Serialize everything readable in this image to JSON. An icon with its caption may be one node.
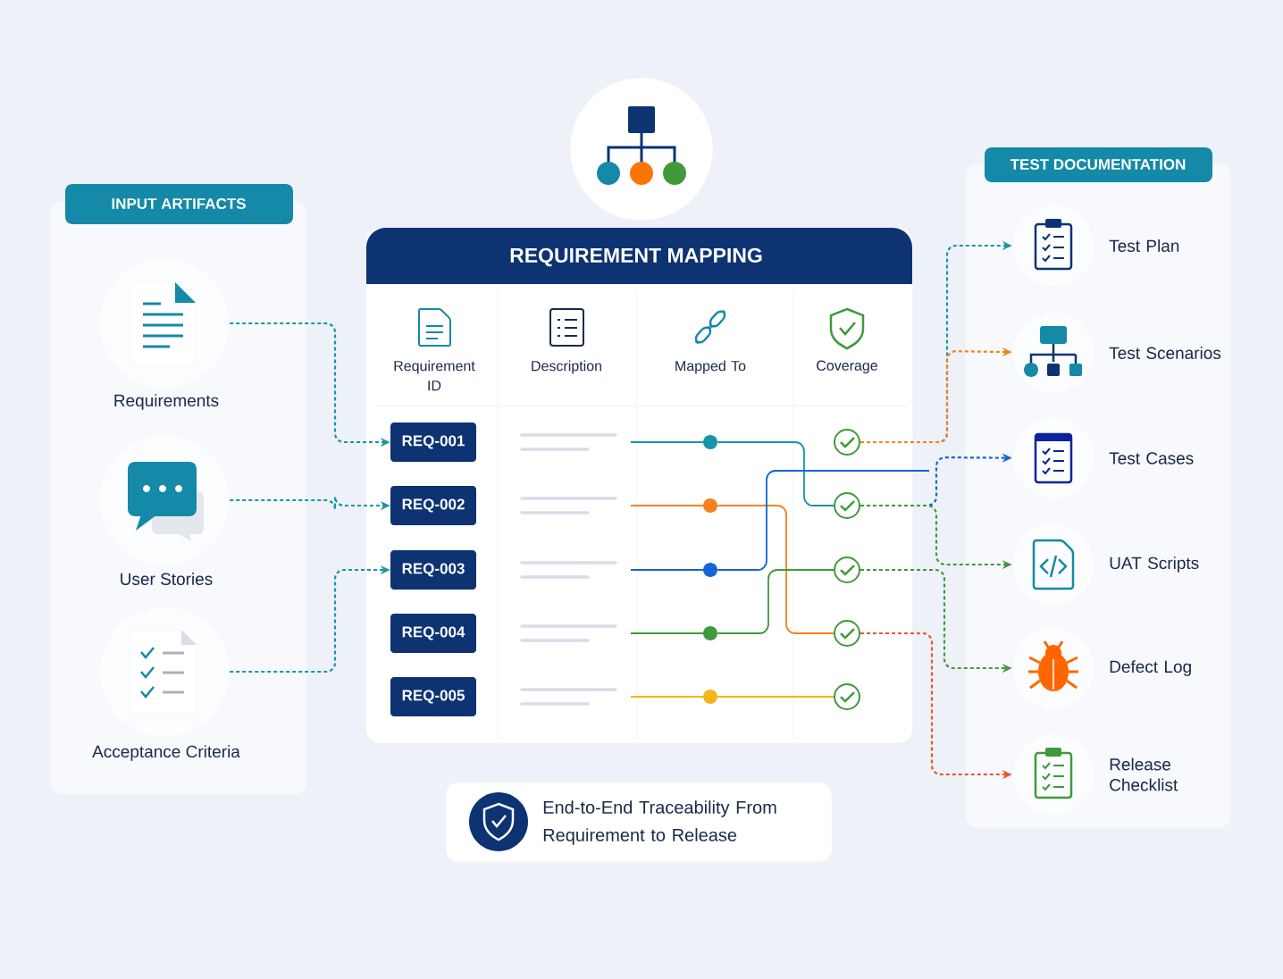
{
  "diagram": {
    "nodes": [
      {
        "text": [
          "INPUT ARTIFACTS"
        ]
      },
      {
        "text": [
          "Requirements"
        ],
        "in": 0
      },
      {
        "text": [
          "User Stories"
        ],
        "in": 0
      },
      {
        "text": [
          "Acceptance Criteria"
        ],
        "in": 0
      },
      {
        "text": [
          "REQUIREMENT MAPPING"
        ]
      },
      {
        "text": [
          "REQ-001"
        ],
        "in": 4
      },
      {
        "text": [
          "REQ-002"
        ],
        "in": 4
      },
      {
        "text": [
          "REQ-003"
        ],
        "in": 4
      },
      {
        "text": [
          "REQ-004"
        ],
        "in": 4
      },
      {
        "text": [
          "REQ-005"
        ],
        "in": 4
      },
      {
        "text": [],
        "shape": "circle",
        "in": 4
      },
      {
        "text": [],
        "shape": "circle",
        "in": 4
      },
      {
        "text": [],
        "shape": "circle",
        "in": 4
      },
      {
        "text": [],
        "shape": "circle",
        "in": 4
      },
      {
        "text": [],
        "shape": "circle",
        "in": 4
      },
      {
        "text": [],
        "shape": "circle",
        "in": 4
      },
      {
        "text": [],
        "shape": "circle",
        "in": 4
      },
      {
        "text": [],
        "shape": "circle",
        "in": 4
      },
      {
        "text": [],
        "shape": "circle",
        "in": 4
      },
      {
        "text": [],
        "shape": "circle",
        "in": 4
      },
      {
        "text": [
          "TEST DOCUMENTATION"
        ]
      },
      {
        "text": [
          "Test Plan"
        ],
        "in": 20
      },
      {
        "text": [
          "Test Scenarios"
        ],
        "in": 20
      },
      {
        "text": [
          "Test Cases"
        ],
        "in": 20
      },
      {
        "text": [
          "UAT Scripts"
        ],
        "in": 20
      },
      {
        "text": [
          "Defect Log"
        ],
        "in": 20
      },
      {
        "text": [
          "Release Checklist"
        ],
        "in": 20
      },
      {
        "text": [
          "End-to-End Traceability From Requirement to Release"
        ]
      }
    ],
    "edges": [
      {
        "from": 1,
        "to": 5,
        "arrow": "to",
        "style": "dashed",
        "color": "#1596a8"
      },
      {
        "from": 2,
        "to": 6,
        "arrow": "to",
        "style": "dashed",
        "color": "#1596a8"
      },
      {
        "from": 3,
        "to": 7,
        "arrow": "to",
        "style": "dashed",
        "color": "#1596a8"
      },
      {
        "from": 10,
        "to": 16,
        "arrow": "none",
        "color": "#1596a8"
      },
      {
        "from": 11,
        "to": 18,
        "arrow": "none",
        "color": "#f5821f"
      },
      {
        "from": 12,
        "to": null,
        "arrow": "none",
        "color": "#1565d8"
      },
      {
        "from": 13,
        "to": 17,
        "arrow": "none",
        "color": "#3f9a3a"
      },
      {
        "from": 14,
        "to": 19,
        "arrow": "none",
        "color": "#f9b31b"
      },
      {
        "from": 15,
        "to": 21,
        "arrow": "to",
        "style": "dashed",
        "color": "#1596a8"
      },
      {
        "from": 15,
        "to": 22,
        "arrow": "to",
        "style": "dashed",
        "color": "#f5821f"
      },
      {
        "from": 16,
        "to": 23,
        "arrow": "to",
        "style": "dashed",
        "color": "#1565d8"
      },
      {
        "from": 16,
        "to": 24,
        "arrow": "to",
        "style": "dashed",
        "color": "#3f9a3a"
      },
      {
        "from": 17,
        "to": 25,
        "arrow": "to",
        "style": "dashed",
        "color": "#3f9a3a"
      },
      {
        "from": 18,
        "to": 26,
        "arrow": "to",
        "style": "dashed",
        "color": "#e8552f"
      }
    ],
    "labels": [
      "Requirement ID",
      "Description",
      "Mapped To",
      "Coverage"
    ]
  }
}
